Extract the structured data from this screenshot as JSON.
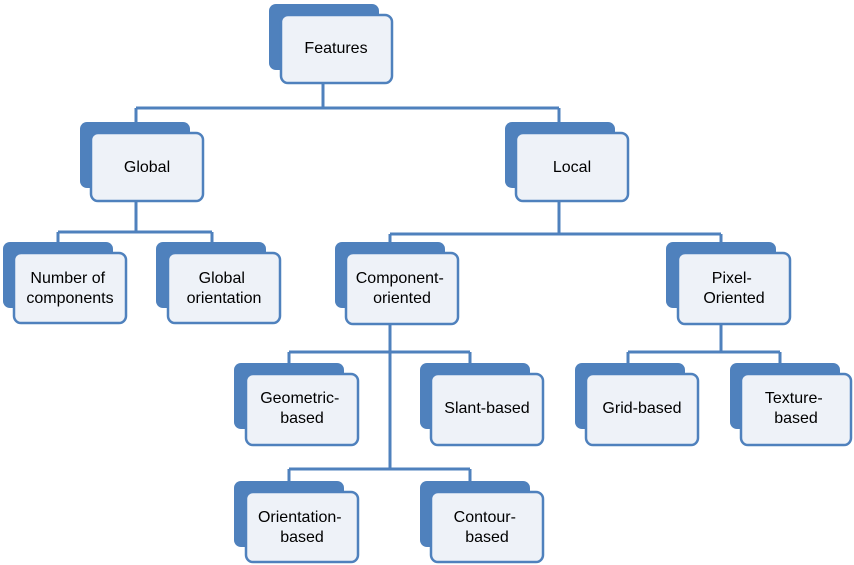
{
  "diagram": {
    "nodes": {
      "features": {
        "lines": [
          "Features"
        ]
      },
      "global": {
        "lines": [
          "Global"
        ]
      },
      "local": {
        "lines": [
          "Local"
        ]
      },
      "number_of_components": {
        "lines": [
          "Number of",
          "components"
        ]
      },
      "global_orientation": {
        "lines": [
          "Global",
          "orientation"
        ]
      },
      "component_oriented": {
        "lines": [
          "Component-",
          "oriented"
        ]
      },
      "pixel_oriented": {
        "lines": [
          "Pixel-",
          "Oriented"
        ]
      },
      "geometric_based": {
        "lines": [
          "Geometric-",
          "based"
        ]
      },
      "slant_based": {
        "lines": [
          "Slant-based"
        ]
      },
      "orientation_based": {
        "lines": [
          "Orientation-",
          "based"
        ]
      },
      "contour_based": {
        "lines": [
          "Contour-",
          "based"
        ]
      },
      "grid_based": {
        "lines": [
          "Grid-based"
        ]
      },
      "texture_based": {
        "lines": [
          "Texture-",
          "based"
        ]
      }
    },
    "edges": [
      [
        "features",
        "global"
      ],
      [
        "features",
        "local"
      ],
      [
        "global",
        "number_of_components"
      ],
      [
        "global",
        "global_orientation"
      ],
      [
        "local",
        "component_oriented"
      ],
      [
        "local",
        "pixel_oriented"
      ],
      [
        "component_oriented",
        "geometric_based"
      ],
      [
        "component_oriented",
        "slant_based"
      ],
      [
        "component_oriented",
        "orientation_based"
      ],
      [
        "component_oriented",
        "contour_based"
      ],
      [
        "pixel_oriented",
        "grid_based"
      ],
      [
        "pixel_oriented",
        "texture_based"
      ]
    ],
    "colors": {
      "accent": "#4f81bd",
      "box_fill": "#eef2f8",
      "text": "#000000"
    }
  }
}
